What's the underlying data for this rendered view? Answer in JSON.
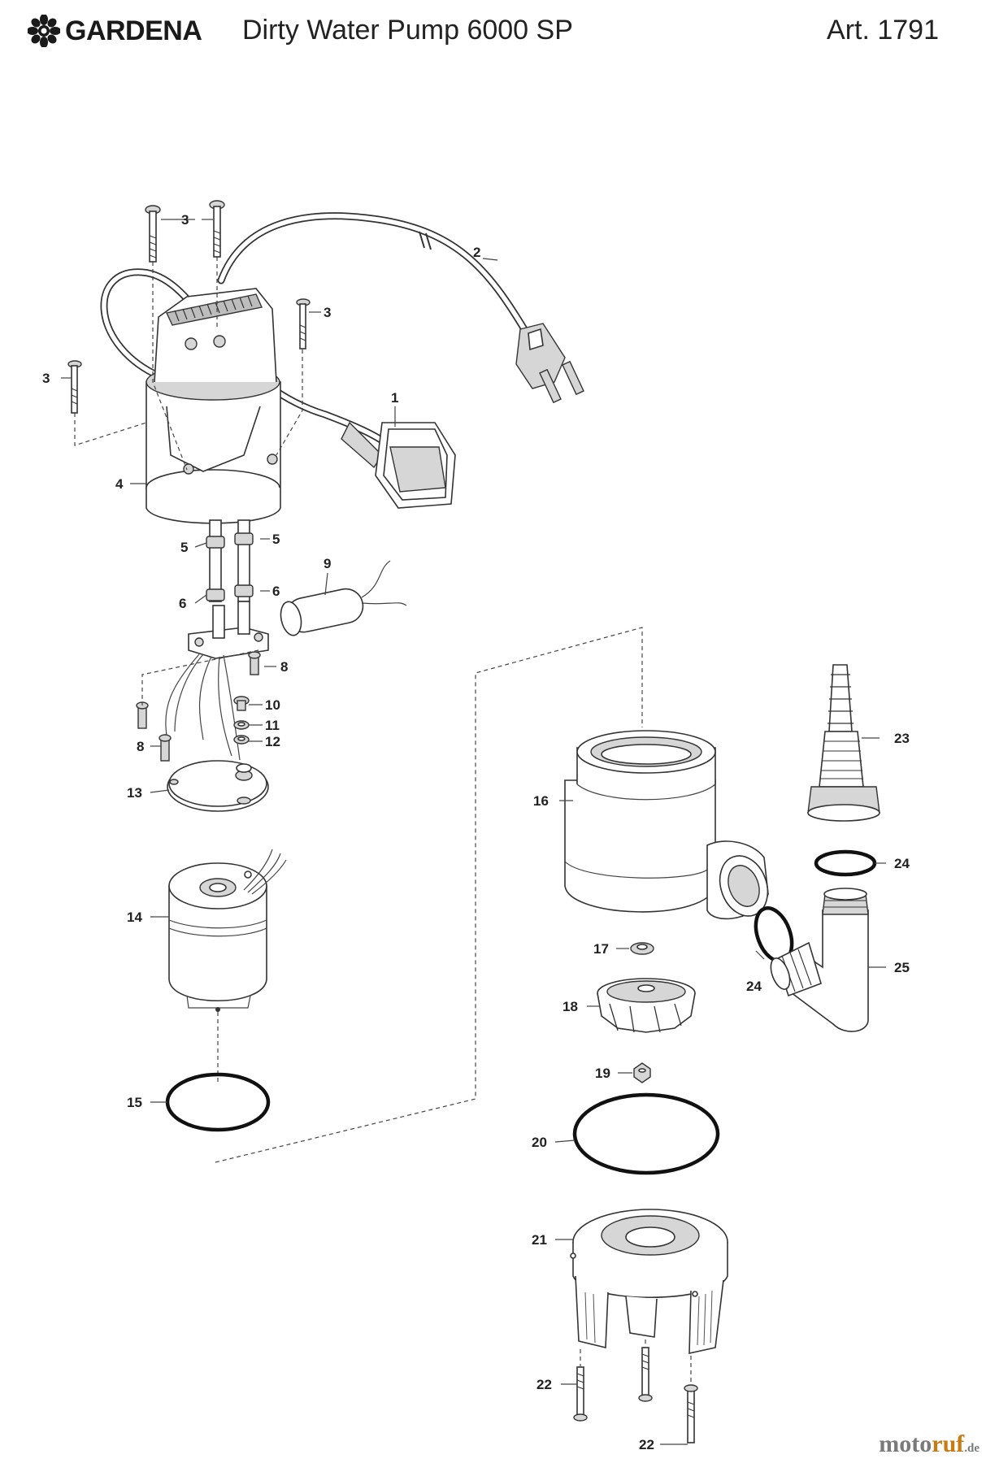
{
  "header": {
    "brand": "GARDENA",
    "title": "Dirty Water Pump 6000 SP",
    "article": "Art. 1791"
  },
  "watermark": {
    "part1": "moto",
    "part2": "ruf",
    "suffix": ".de"
  },
  "callouts": {
    "c1": "1",
    "c2": "2",
    "c3a": "3",
    "c3b": "3",
    "c3c": "3",
    "c4": "4",
    "c5a": "5",
    "c5b": "5",
    "c6a": "6",
    "c6b": "6",
    "c8a": "8",
    "c8b": "8",
    "c9": "9",
    "c10": "10",
    "c11": "11",
    "c12": "12",
    "c13": "13",
    "c14": "14",
    "c15": "15",
    "c16": "16",
    "c17": "17",
    "c18": "18",
    "c19": "19",
    "c20": "20",
    "c21": "21",
    "c22a": "22",
    "c22b": "22",
    "c23": "23",
    "c24a": "24",
    "c24b": "24",
    "c25": "25"
  },
  "colors": {
    "ink": "#333333",
    "watermark_orange": "#c97a12",
    "watermark_grey": "#7a7a7a"
  }
}
